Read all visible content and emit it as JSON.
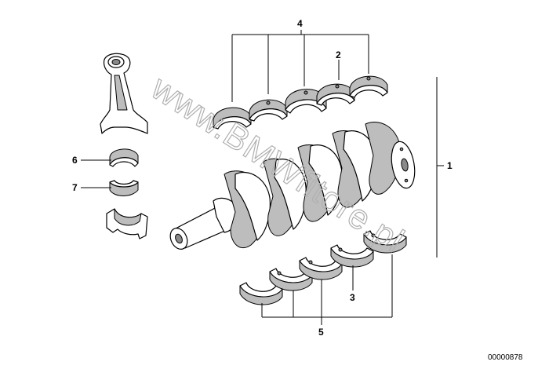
{
  "callouts": {
    "c1": "1",
    "c2": "2",
    "c3": "3",
    "c4": "4",
    "c5": "5",
    "c6": "6",
    "c7": "7"
  },
  "watermark": "www.BMWfitore.pl",
  "reference_number": "00000878"
}
